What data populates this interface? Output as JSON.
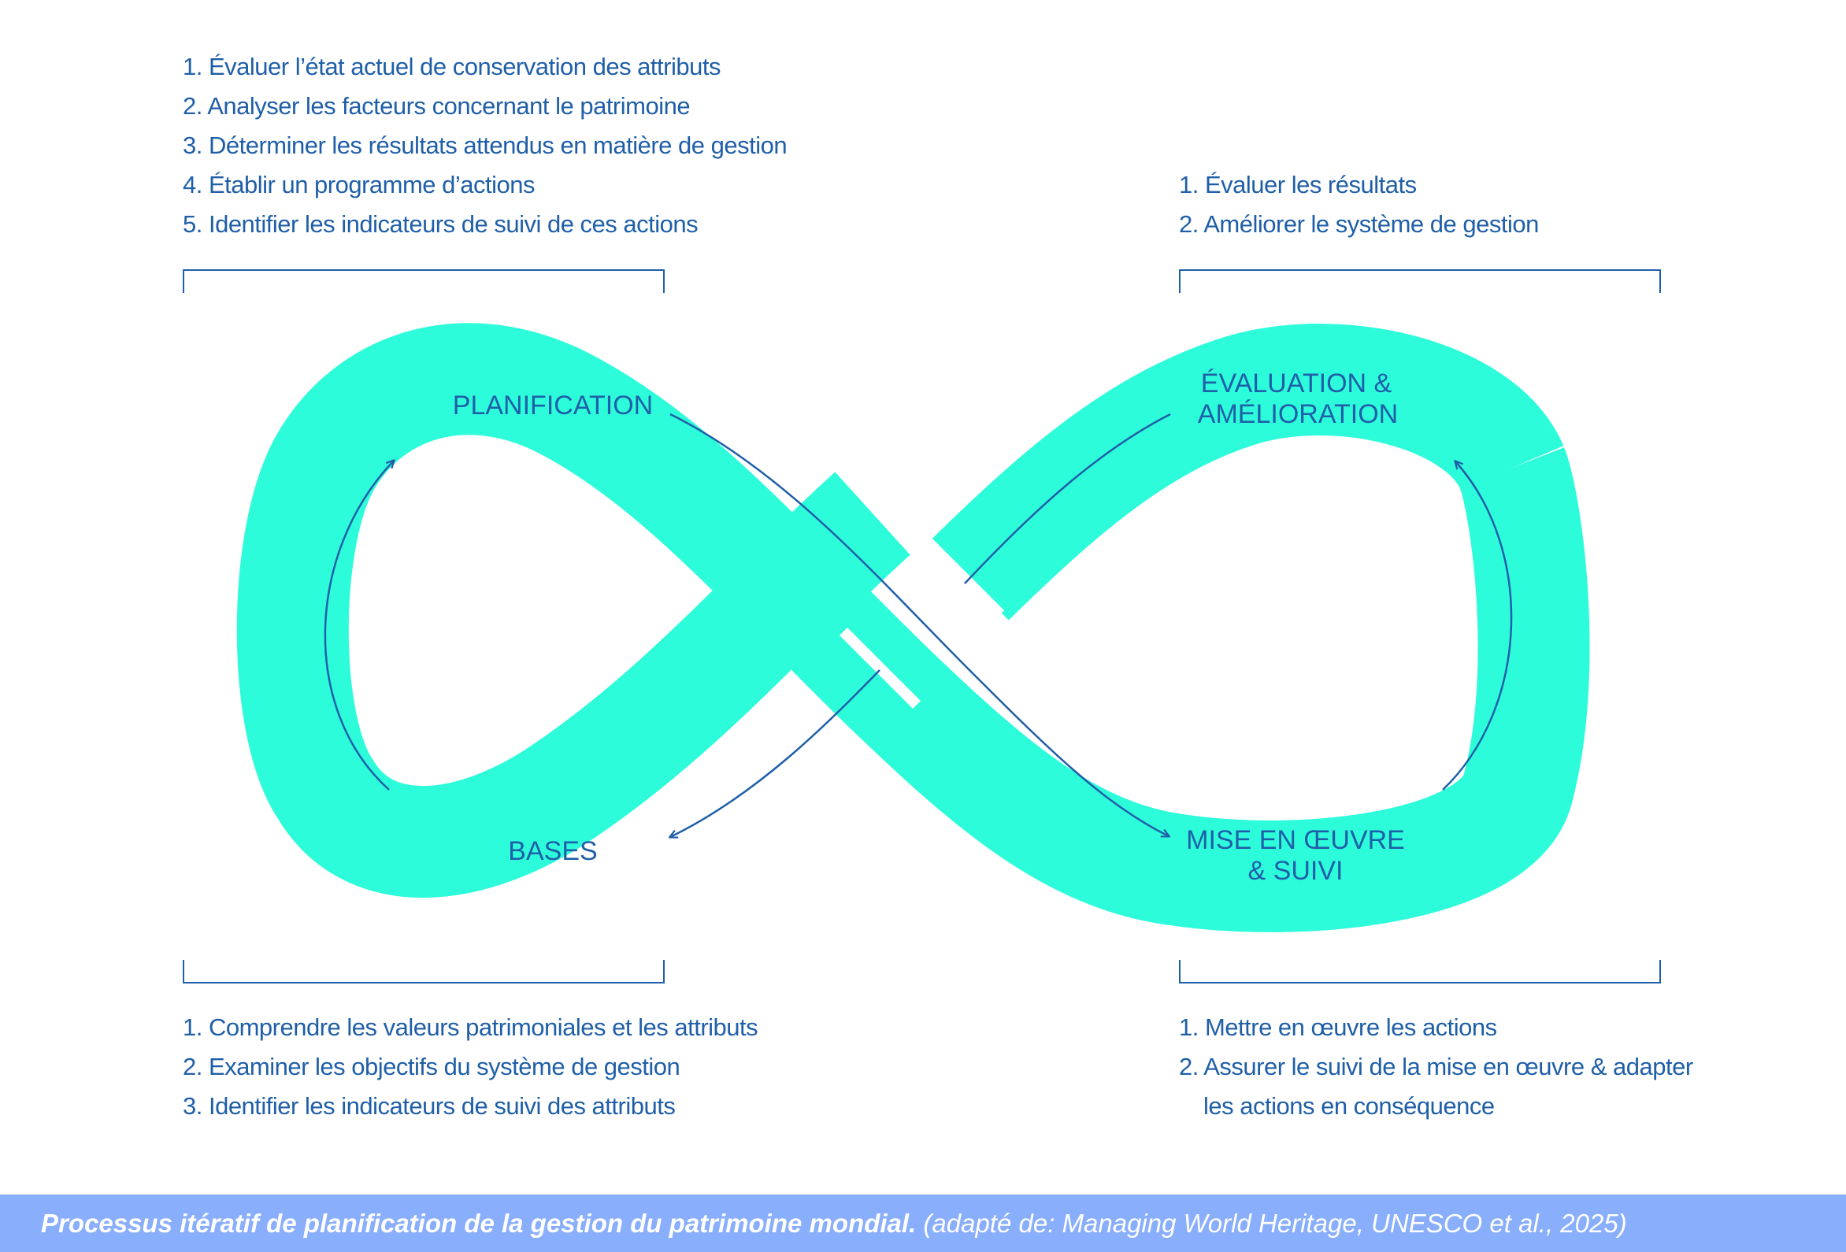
{
  "colors": {
    "loop": "#2dfcdb",
    "accent": "#1f5fa8",
    "caption_band": "#89aefb",
    "caption_text": "#ffffff"
  },
  "planning": {
    "label": "PLANIFICATION",
    "items": [
      "1. Évaluer l’état actuel de conservation des attributs",
      "2. Analyser les facteurs concernant le patrimoine",
      "3. Déterminer les résultats attendus en matière de gestion",
      "4. Établir un programme d’actions",
      "5. Identifier les indicateurs de suivi de ces actions"
    ]
  },
  "evaluation": {
    "label_line1": "ÉVALUATION &",
    "label_line2": "AMÉLIORATION",
    "items": [
      "1. Évaluer les résultats",
      "2. Améliorer le système de gestion"
    ]
  },
  "bases": {
    "label": "BASES",
    "items": [
      "1. Comprendre les valeurs patrimoniales et les attributs",
      "2. Examiner les objectifs du système de gestion",
      "3. Identifier les indicateurs de suivi des attributs"
    ]
  },
  "implementation": {
    "label_line1": "MISE EN ŒUVRE",
    "label_line2": "& SUIVI",
    "items": [
      "1. Mettre en œuvre les actions",
      "2. Assurer le suivi de la mise en œuvre & adapter"
    ],
    "item2_continuation": "les actions en conséquence"
  },
  "caption": {
    "title": "Processus itératif de planification de la gestion du patrimoine mondial.",
    "source": "(adapté de: Managing World Heritage, UNESCO et al., 2025)"
  }
}
